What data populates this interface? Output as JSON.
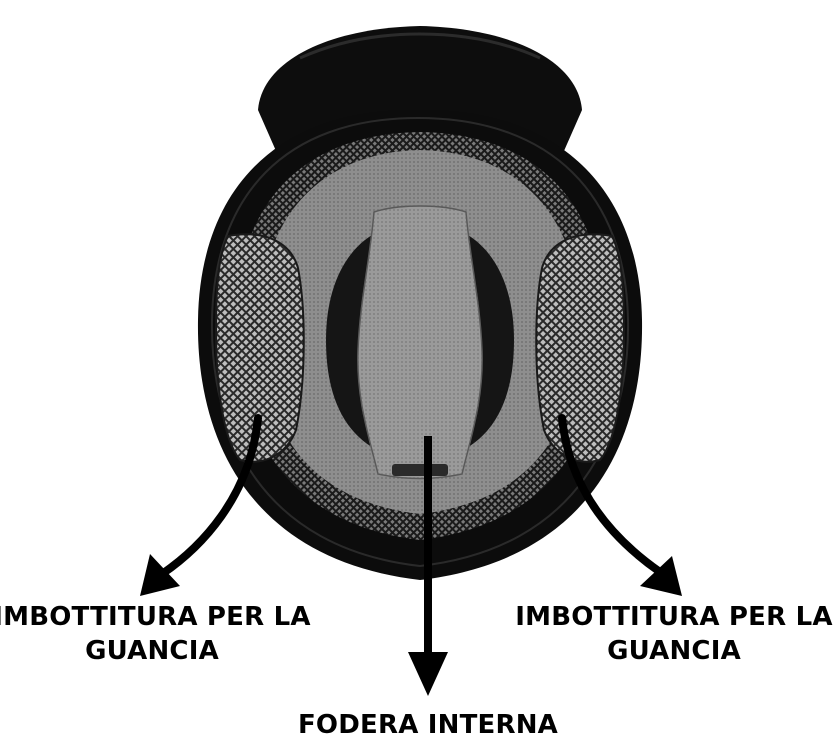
{
  "labels": {
    "left": {
      "line1": "IMBOTTITURA PER LA",
      "line2": "GUANCIA"
    },
    "right": {
      "line1": "IMBOTTITURA PER LA",
      "line2": "GUANCIA"
    },
    "center": "FODERA INTERNA"
  },
  "colors": {
    "shell": "#0c0c0c",
    "liner": "#8e8e8e",
    "mesh": "#bdbdbd",
    "arrow": "#000000",
    "text": "#000000"
  }
}
